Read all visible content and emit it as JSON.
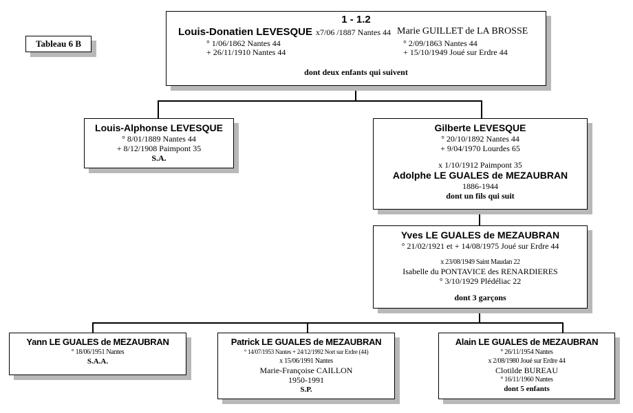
{
  "label": "Tableau 6 B",
  "root": {
    "ref": "1 - 1.2",
    "husband": {
      "name": "Louis-Donatien LEVESQUE",
      "birth": "° 1/06/1862 Nantes 44",
      "death": "+ 26/11/1910 Nantes 44"
    },
    "marriage": "x7/06 /1887 Nantes 44",
    "wife": {
      "name": "Marie GUILLET de LA BROSSE",
      "birth": "° 2/09/1863 Nantes 44",
      "death": "+ 15/10/1949 Joué sur Erdre 44"
    },
    "note": "dont deux enfants qui suivent"
  },
  "louis_alphonse": {
    "name": "Louis-Alphonse LEVESQUE",
    "birth": "° 8/01/1889 Nantes 44",
    "death": "+ 8/12/1908 Paimpont 35",
    "note": "S.A."
  },
  "gilberte": {
    "name": "Gilberte LEVESQUE",
    "birth": "° 20/10/1892 Nantes 44",
    "death": "+ 9/04/1970 Lourdes  65",
    "marriage": "x 1/10/1912 Paimpont 35",
    "spouse": "Adolphe LE GUALES de MEZAUBRAN",
    "spouse_dates": "1886-1944",
    "note": "dont un fils qui suit"
  },
  "yves": {
    "name": "Yves LE GUALES de MEZAUBRAN",
    "dates": "° 21/02/1921 et + 14/08/1975 Joué sur Erdre 44",
    "marriage": "x 23/08/1949 Saint Maudan 22",
    "spouse": "Isabelle du PONTAVICE des RENARDIERES",
    "spouse_birth": "° 3/10/1929 Plédéliac 22",
    "note": "dont 3 garçons"
  },
  "yann": {
    "name": "Yann LE GUALES de MEZAUBRAN",
    "birth": "° 18/06/1951 Nantes",
    "note": "S.A.A."
  },
  "patrick": {
    "name": "Patrick LE GUALES de MEZAUBRAN",
    "dates": "° 14/07/1953 Nantes + 24/12/1992 Nort sur Erdre (44)",
    "marriage": "x 15/06/1991 Nantes",
    "spouse": "Marie-Françoise CAILLON",
    "spouse_dates": "1950-1991",
    "note": "S.P."
  },
  "alain": {
    "name": "Alain LE GUALES de MEZAUBRAN",
    "birth": "° 26/11/1954 Nantes",
    "marriage": "x 2/08/1980 Joué sur Erdre 44",
    "spouse": "Clotilde BUREAU",
    "spouse_birth": "° 16/11/1960 Nantes",
    "note": "dont 5 enfants"
  }
}
